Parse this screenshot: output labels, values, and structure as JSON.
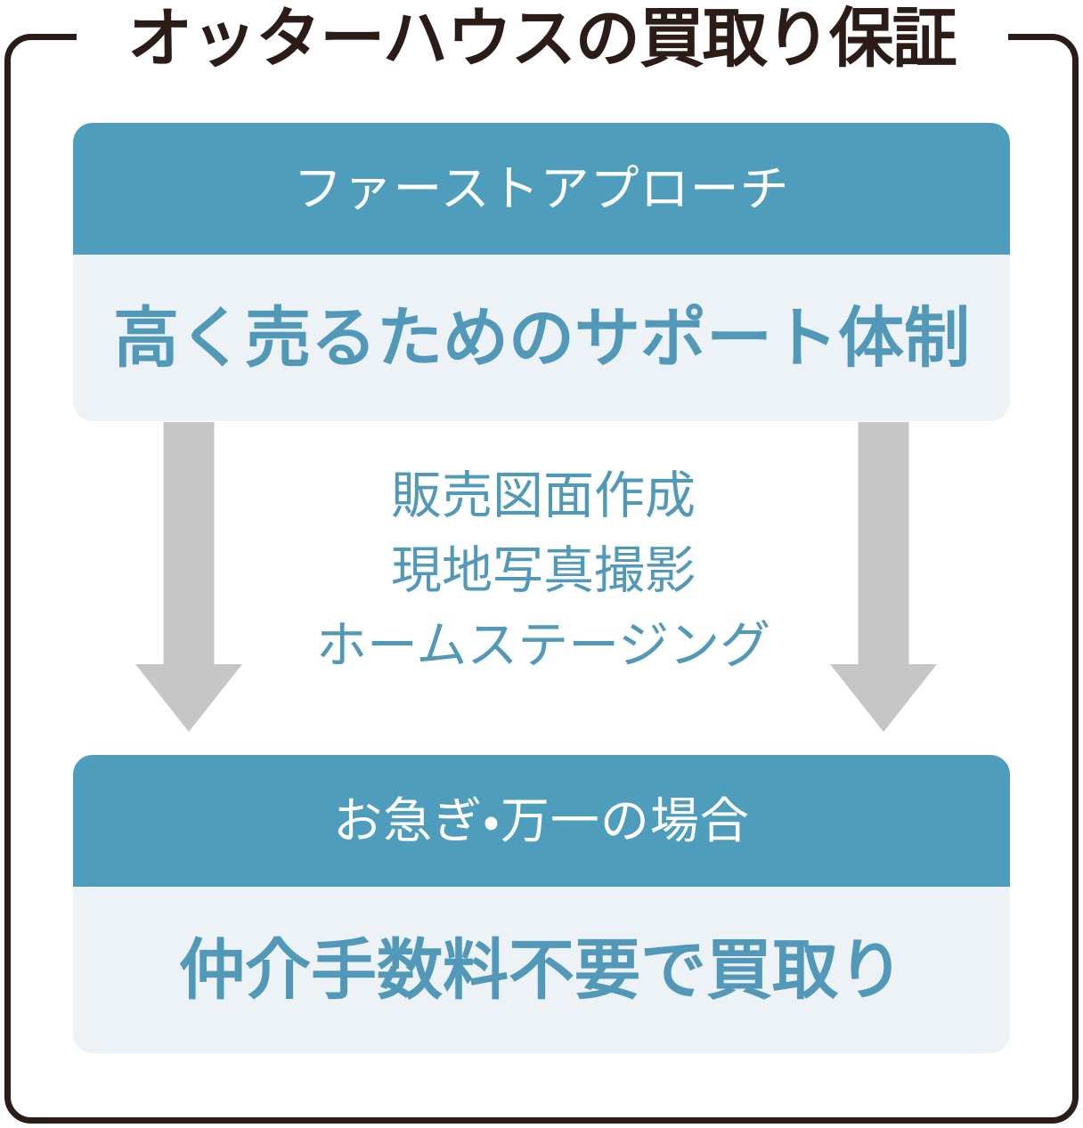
{
  "page": {
    "title_prefix": "オッターハウスの",
    "title_strong": "買取り保証"
  },
  "colors": {
    "frame_border": "#2b1c18",
    "header_teal": "#4e9dbd",
    "body_light": "#ecf2f6",
    "accent_text": "#5198b9",
    "arrow_gray": "#c6c6c6",
    "white": "#ffffff"
  },
  "cards": [
    {
      "name": "first-approach",
      "header": "ファーストアプローチ",
      "body": "高く売るためのサポート体制"
    },
    {
      "name": "urgent-case",
      "header": "お急ぎ・万一の場合",
      "body": "仲介手数料不要で買取り"
    }
  ],
  "services": [
    "販売図面作成",
    "現地写真撮影",
    "ホームステージング"
  ],
  "arrows": [
    {
      "name": "arrow-down-left",
      "direction": "down"
    },
    {
      "name": "arrow-down-right",
      "direction": "down"
    }
  ]
}
